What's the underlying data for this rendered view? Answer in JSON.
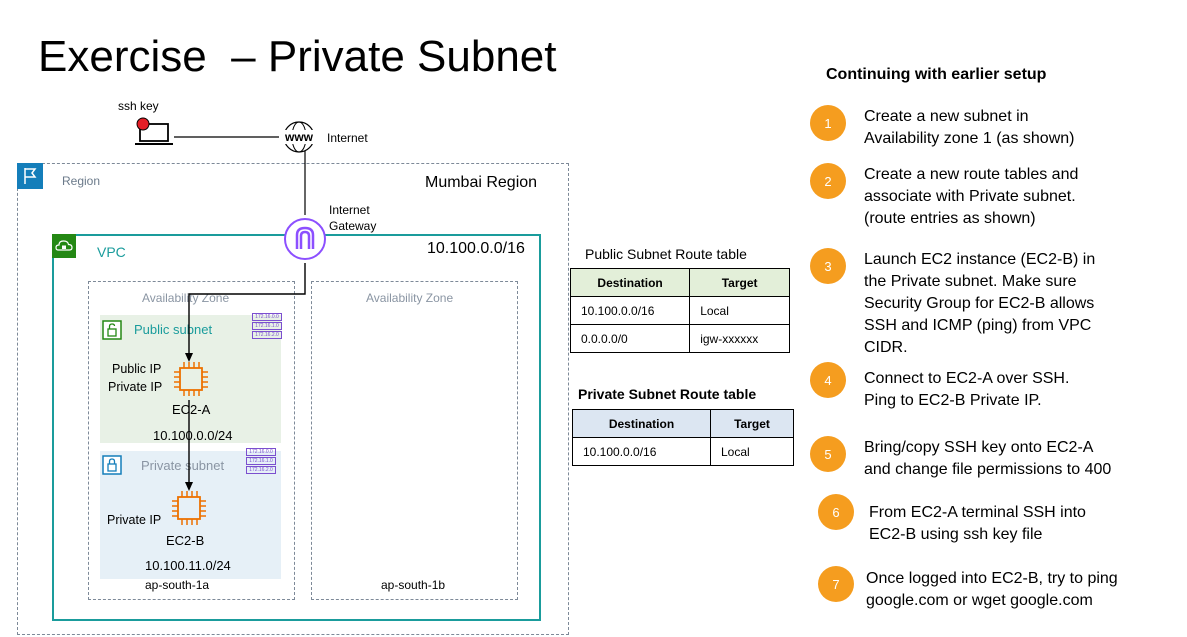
{
  "title": "Exercise  – Private Subnet",
  "diagram": {
    "ssh_key_label": "ssh key",
    "internet_label": "Internet",
    "www_label": "www",
    "region_label": "Region",
    "mumbai_region_label": "Mumbai Region",
    "igw_label_1": "Internet",
    "igw_label_2": "Gateway",
    "vpc_label": "VPC",
    "vpc_cidr": "10.100.0.0/16",
    "az1_label": "Availability Zone",
    "az2_label": "Availability Zone",
    "public_subnet_label": "Public subnet",
    "private_subnet_label": "Private subnet",
    "ec2a_public_ip_label": "Public IP",
    "ec2a_private_ip_label": "Private IP",
    "ec2a_name": "EC2-A",
    "public_subnet_cidr": "10.100.0.0/24",
    "ec2b_private_ip_label": "Private IP",
    "ec2b_name": "EC2-B",
    "private_subnet_cidr": "10.100.11.0/24",
    "az1_name": "ap-south-1a",
    "az2_name": "ap-south-1b",
    "route_table_icon_rows": [
      "172.16.0.0",
      "172.16.1.0",
      "172.16.2.0"
    ],
    "colors": {
      "region_border": "#7d8998",
      "vpc_border": "#1a9c9c",
      "public_subnet_bg": "#e8f1e6",
      "private_subnet_bg": "#e6f0f7",
      "ec2_orange": "#ed7100",
      "step_orange": "#f59d1f"
    }
  },
  "public_route_table": {
    "title": "Public Subnet Route table",
    "headers": [
      "Destination",
      "Target"
    ],
    "rows": [
      [
        "10.100.0.0/16",
        "Local"
      ],
      [
        "0.0.0.0/0",
        "igw-xxxxxx"
      ]
    ]
  },
  "private_route_table": {
    "title": "Private Subnet Route table",
    "headers": [
      "Destination",
      "Target"
    ],
    "rows": [
      [
        "10.100.0.0/16",
        "Local"
      ]
    ]
  },
  "steps_heading": "Continuing with earlier setup",
  "steps": [
    {
      "num": "1",
      "lines": [
        "Create a new subnet in",
        "Availability zone 1 (as shown)"
      ]
    },
    {
      "num": "2",
      "lines": [
        "Create a new route tables and",
        "associate with Private subnet.",
        "(route entries as shown)"
      ]
    },
    {
      "num": "3",
      "lines": [
        "Launch EC2 instance (EC2-B) in",
        "the Private subnet. Make sure",
        "Security Group for EC2-B allows",
        "SSH and ICMP (ping) from VPC",
        "CIDR."
      ]
    },
    {
      "num": "4",
      "lines": [
        "Connect to EC2-A over SSH.",
        "Ping to EC2-B Private IP."
      ]
    },
    {
      "num": "5",
      "lines": [
        "Bring/copy SSH key onto EC2-A",
        "and change file permissions to 400"
      ]
    },
    {
      "num": "6",
      "lines": [
        "From EC2-A terminal SSH into",
        "EC2-B using ssh key file"
      ]
    },
    {
      "num": "7",
      "lines": [
        "Once logged into EC2-B, try to ping",
        "google.com or wget google.com"
      ]
    }
  ]
}
